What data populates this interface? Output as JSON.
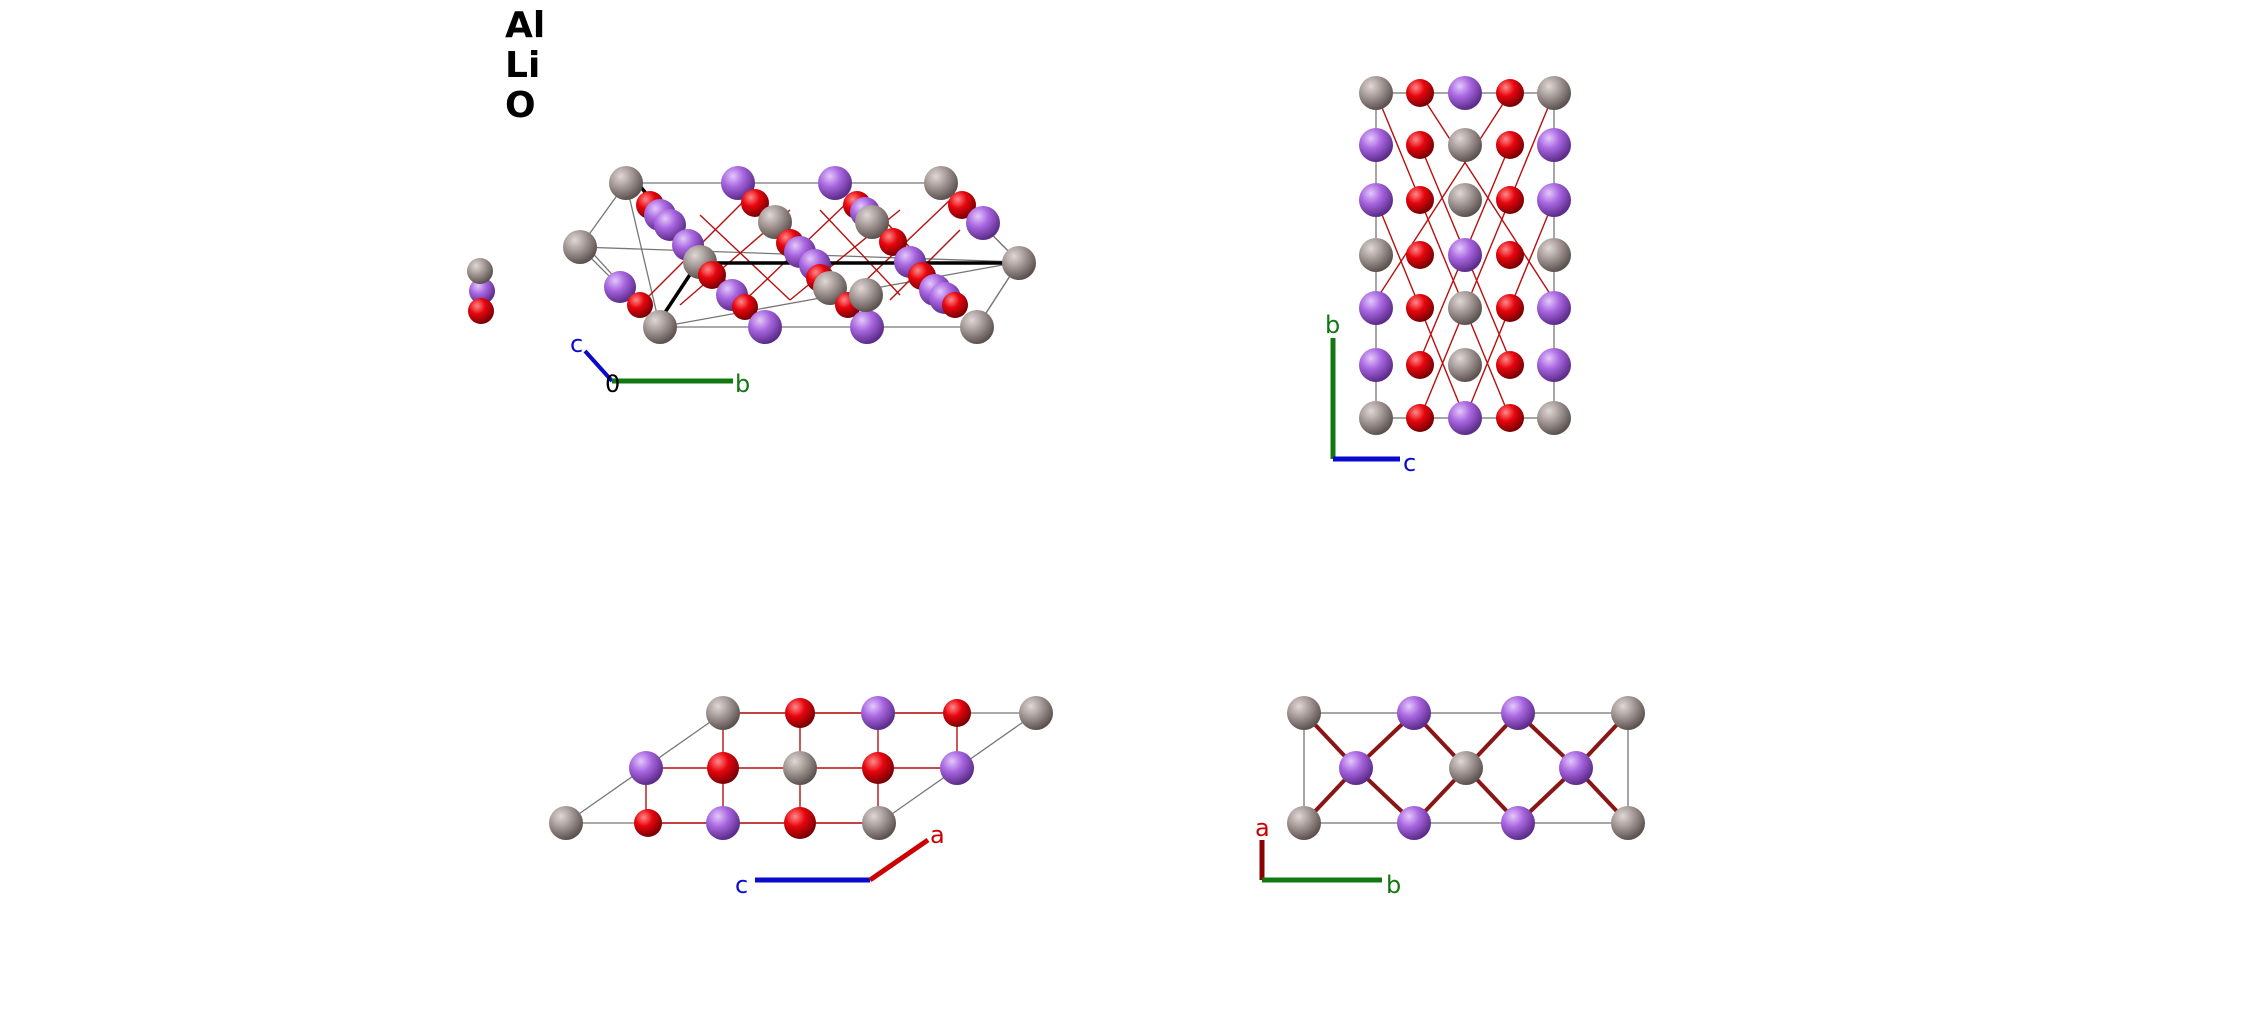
{
  "legend": {
    "elements": [
      "Al",
      "Li",
      "O"
    ]
  },
  "atom_colors": {
    "Al": "#a79c9a",
    "Li": "#a866e0",
    "O": "#e8050d"
  },
  "bond_color": "#b80f0f",
  "cell_color": "#777777",
  "axis_colors": {
    "a": "#cc0000",
    "b": "#127812",
    "c": "#0a0acc",
    "origin": "#000000"
  },
  "views": [
    {
      "name": "perspective",
      "axes": [
        "c",
        "0",
        "b"
      ]
    },
    {
      "name": "along-a",
      "axes": [
        "b",
        "c"
      ]
    },
    {
      "name": "along-b",
      "axes": [
        "c",
        "a"
      ]
    },
    {
      "name": "along-c",
      "axes": [
        "a",
        "b"
      ]
    }
  ]
}
